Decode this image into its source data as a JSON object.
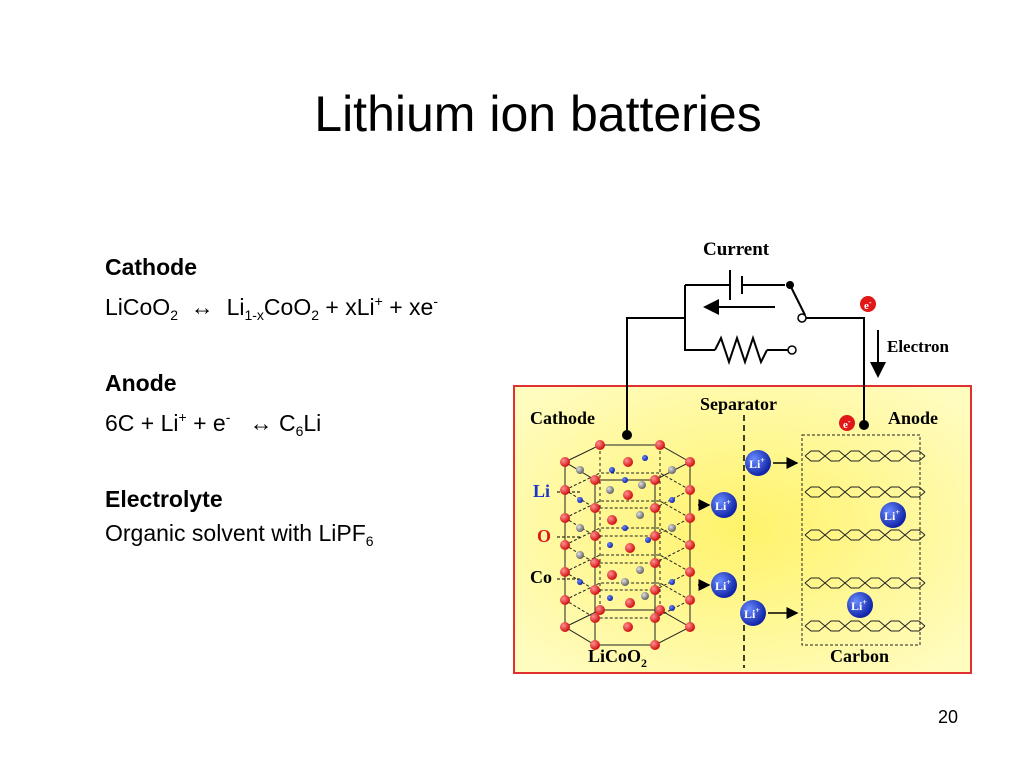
{
  "slide": {
    "title": "Lithium ion batteries",
    "page_number": "20"
  },
  "cathode": {
    "heading": "Cathode",
    "eq_a": "LiCoO",
    "eq_a_sub": "2",
    "arrow": "↔",
    "eq_b": "Li",
    "eq_b_sub": "1-x",
    "eq_c": "CoO",
    "eq_c_sub": "2",
    "eq_d": " + xLi",
    "eq_d_sup": "+",
    "eq_e": " + xe",
    "eq_e_sup": "-"
  },
  "anode": {
    "heading": "Anode",
    "eq_a": "6C +  Li",
    "eq_a_sup": "+",
    "eq_b": " +  e",
    "eq_b_sup": "-",
    "arrow": "↔",
    "eq_c": "C",
    "eq_c_sub": "6",
    "eq_d": "Li"
  },
  "electrolyte": {
    "heading": "Electrolyte",
    "text": "Organic solvent with LiPF",
    "text_sub": "6"
  },
  "diagram": {
    "current": "Current",
    "electron": "Electron",
    "e_label": "e",
    "e_sup": "-",
    "cathode": "Cathode",
    "separator": "Separator",
    "anode": "Anode",
    "li_legend": "Li",
    "o_legend": "O",
    "co_legend": "Co",
    "li_ion": "Li",
    "li_ion_sup": "+",
    "licoo2": "LiCoO",
    "licoo2_sub": "2",
    "carbon": "Carbon",
    "colors": {
      "panel": "#fffba8",
      "panel_center": "#fff36a",
      "border": "#e03030",
      "oxygen": "#e01818",
      "lithium": "#1a35c8",
      "cobalt": "#888888"
    }
  }
}
